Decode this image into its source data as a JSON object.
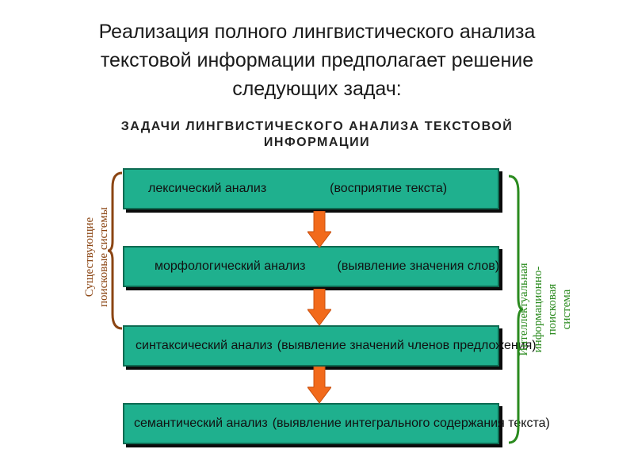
{
  "slide": {
    "title_lines": [
      "Реализация полного лингвистического анализа",
      "текстовой информации предполагает решение",
      "следующих задач:"
    ]
  },
  "diagram": {
    "heading_lines": [
      "ЗАДАЧИ ЛИНГВИСТИЧЕСКОГО АНАЛИЗА ТЕКСТОВОЙ",
      "ИНФОРМАЦИИ"
    ],
    "tasks": [
      {
        "name": "лексический   анализ",
        "note": "(восприятие        текста)"
      },
      {
        "name": "морфологический анализ",
        "note": "(выявление значения слов)"
      },
      {
        "name": "синтаксический анализ",
        "note": "(выявление значений членов предложения)"
      },
      {
        "name": "семантический анализ",
        "note": "(выявление интегрального содержания текста)"
      }
    ],
    "left_label_lines": [
      "Существующие",
      "поисковые системы"
    ],
    "right_label_lines": [
      "Интеллектуальная",
      "информационно-",
      "поисковая",
      "система"
    ],
    "colors": {
      "box_fill": "#1fb08e",
      "arrow": "#f26a1b",
      "left_brace": "#8b4513",
      "right_brace": "#2a8a1e"
    }
  }
}
